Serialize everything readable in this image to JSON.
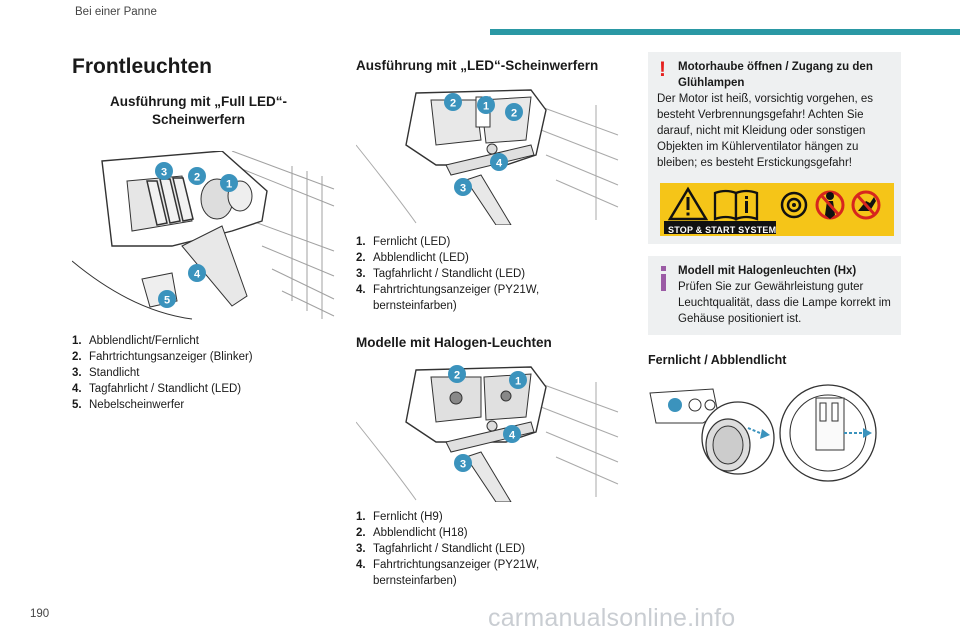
{
  "header": {
    "section": "Bei einer Panne"
  },
  "page_number": "190",
  "watermark": "carmanualsonline.info",
  "colors": {
    "accent": "#2a98a4",
    "callout": "#3b93bd",
    "warning": "#e5201f",
    "box_bg": "#eef0f1"
  },
  "col1": {
    "title": "Frontleuchten",
    "subtitle": "Ausführung mit „Full LED“-Scheinwerfern",
    "callouts": [
      "3",
      "2",
      "1",
      "4",
      "5"
    ],
    "legend": [
      {
        "num": "1.",
        "text": "Abblendlicht/Fernlicht"
      },
      {
        "num": "2.",
        "text": "Fahrtrichtungsanzeiger (Blinker)"
      },
      {
        "num": "3.",
        "text": "Standlicht"
      },
      {
        "num": "4.",
        "text": "Tagfahrlicht / Standlicht (LED)"
      },
      {
        "num": "5.",
        "text": "Nebelscheinwerfer"
      }
    ]
  },
  "col2": {
    "led": {
      "title": "Ausführung mit „LED“-Scheinwerfern",
      "callouts": [
        "2",
        "1",
        "2",
        "4",
        "3"
      ],
      "legend": [
        {
          "num": "1.",
          "text": "Fernlicht (LED)"
        },
        {
          "num": "2.",
          "text": "Abblendlicht (LED)"
        },
        {
          "num": "3.",
          "text": "Tagfahrlicht / Standlicht (LED)"
        },
        {
          "num": "4.",
          "text": "Fahrtrichtungsanzeiger (PY21W, bernsteinfarben)"
        }
      ]
    },
    "halogen": {
      "title": "Modelle mit Halogen-Leuchten",
      "callouts": [
        "2",
        "1",
        "4",
        "3"
      ],
      "legend": [
        {
          "num": "1.",
          "text": "Fernlicht (H9)"
        },
        {
          "num": "2.",
          "text": "Abblendlicht (H18)"
        },
        {
          "num": "3.",
          "text": "Tagfahrlicht / Standlicht (LED)"
        },
        {
          "num": "4.",
          "text": "Fahrtrichtungsanzeiger (PY21W, bernsteinfarben)"
        }
      ]
    }
  },
  "col3": {
    "warning": {
      "icon": "exclamation-warning-icon",
      "title": "Motorhaube öffnen / Zugang zu den Glühlampen",
      "body": "Der Motor ist heiß, vorsichtig vorgehen, es besteht Verbrennungsgefahr! Achten Sie darauf, nicht mit Kleidung oder sonstigen Objekten im Kühlerventilator hängen zu bleiben; es besteht Erstickungsgefahr!",
      "banner_label": "STOP & START SYSTEM",
      "banner_bg": "#f5c518"
    },
    "info": {
      "icon": "info-icon",
      "title": "Modell mit Halogenleuchten (Hx)",
      "body": "Prüfen Sie zur Gewährleistung guter Leuchtqualität, dass die Lampe korrekt im Gehäuse positioniert ist."
    },
    "subheading": "Fernlicht / Abblendlicht"
  }
}
